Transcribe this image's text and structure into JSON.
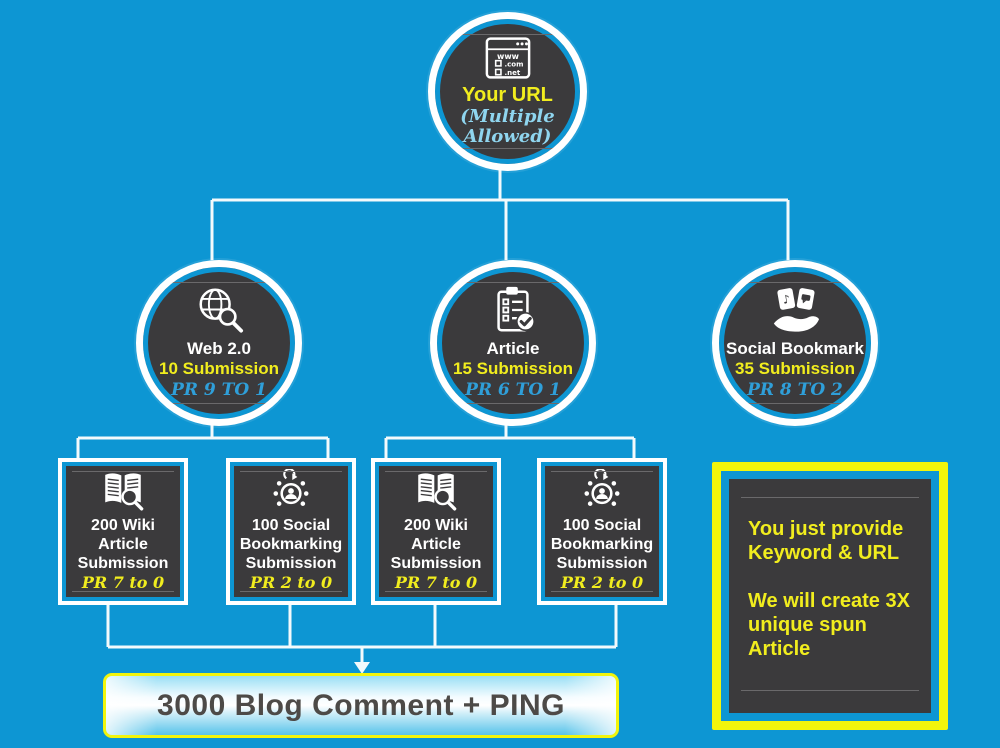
{
  "colors": {
    "background": "#0d96d3",
    "panel_dark": "#3b3a3c",
    "accent_yellow": "#f1ed1e",
    "border_yellow": "#f2f50c",
    "pr_blue": "#2f9fd9",
    "subtitle_blue": "#8fd5ef",
    "connector_white": "#f2fafc",
    "footer_text": "#4d4a47"
  },
  "root_node": {
    "icon": "browser-url-icon",
    "browser_text": {
      "www": "www",
      "com": ".com",
      "net": ".net"
    },
    "title": "Your URL",
    "subtitle": "(Multiple Allowed)"
  },
  "tier2": [
    {
      "icon": "globe-search-icon",
      "name": "Web 2.0",
      "submission": "10 Submission",
      "pr": "PR 9 TO 1"
    },
    {
      "icon": "clipboard-check-icon",
      "name": "Article",
      "submission": "15 Submission",
      "pr": "PR 6 TO 1"
    },
    {
      "icon": "hand-bookmarks-icon",
      "name": "Social Bookmark",
      "submission": "35 Submission",
      "pr": "PR 8 TO 2"
    }
  ],
  "tier3": [
    {
      "icon": "book-search-icon",
      "line1": "200 Wiki",
      "line2": "Article",
      "line3": "Submission",
      "pr": "PR 7 to 0"
    },
    {
      "icon": "user-network-icon",
      "line1": "100 Social",
      "line2": "Bookmarking",
      "line3": "Submission",
      "pr": "PR 2 to 0"
    },
    {
      "icon": "book-search-icon",
      "line1": "200 Wiki",
      "line2": "Article",
      "line3": "Submission",
      "pr": "PR 7 to 0"
    },
    {
      "icon": "user-network-icon",
      "line1": "100 Social",
      "line2": "Bookmarking",
      "line3": "Submission",
      "pr": "PR 2 to 0"
    }
  ],
  "info_box": {
    "para1": "You just provide Keyword & URL",
    "para2": "We will create 3X unique spun Article"
  },
  "footer": {
    "label": "3000 Blog Comment + PING"
  }
}
